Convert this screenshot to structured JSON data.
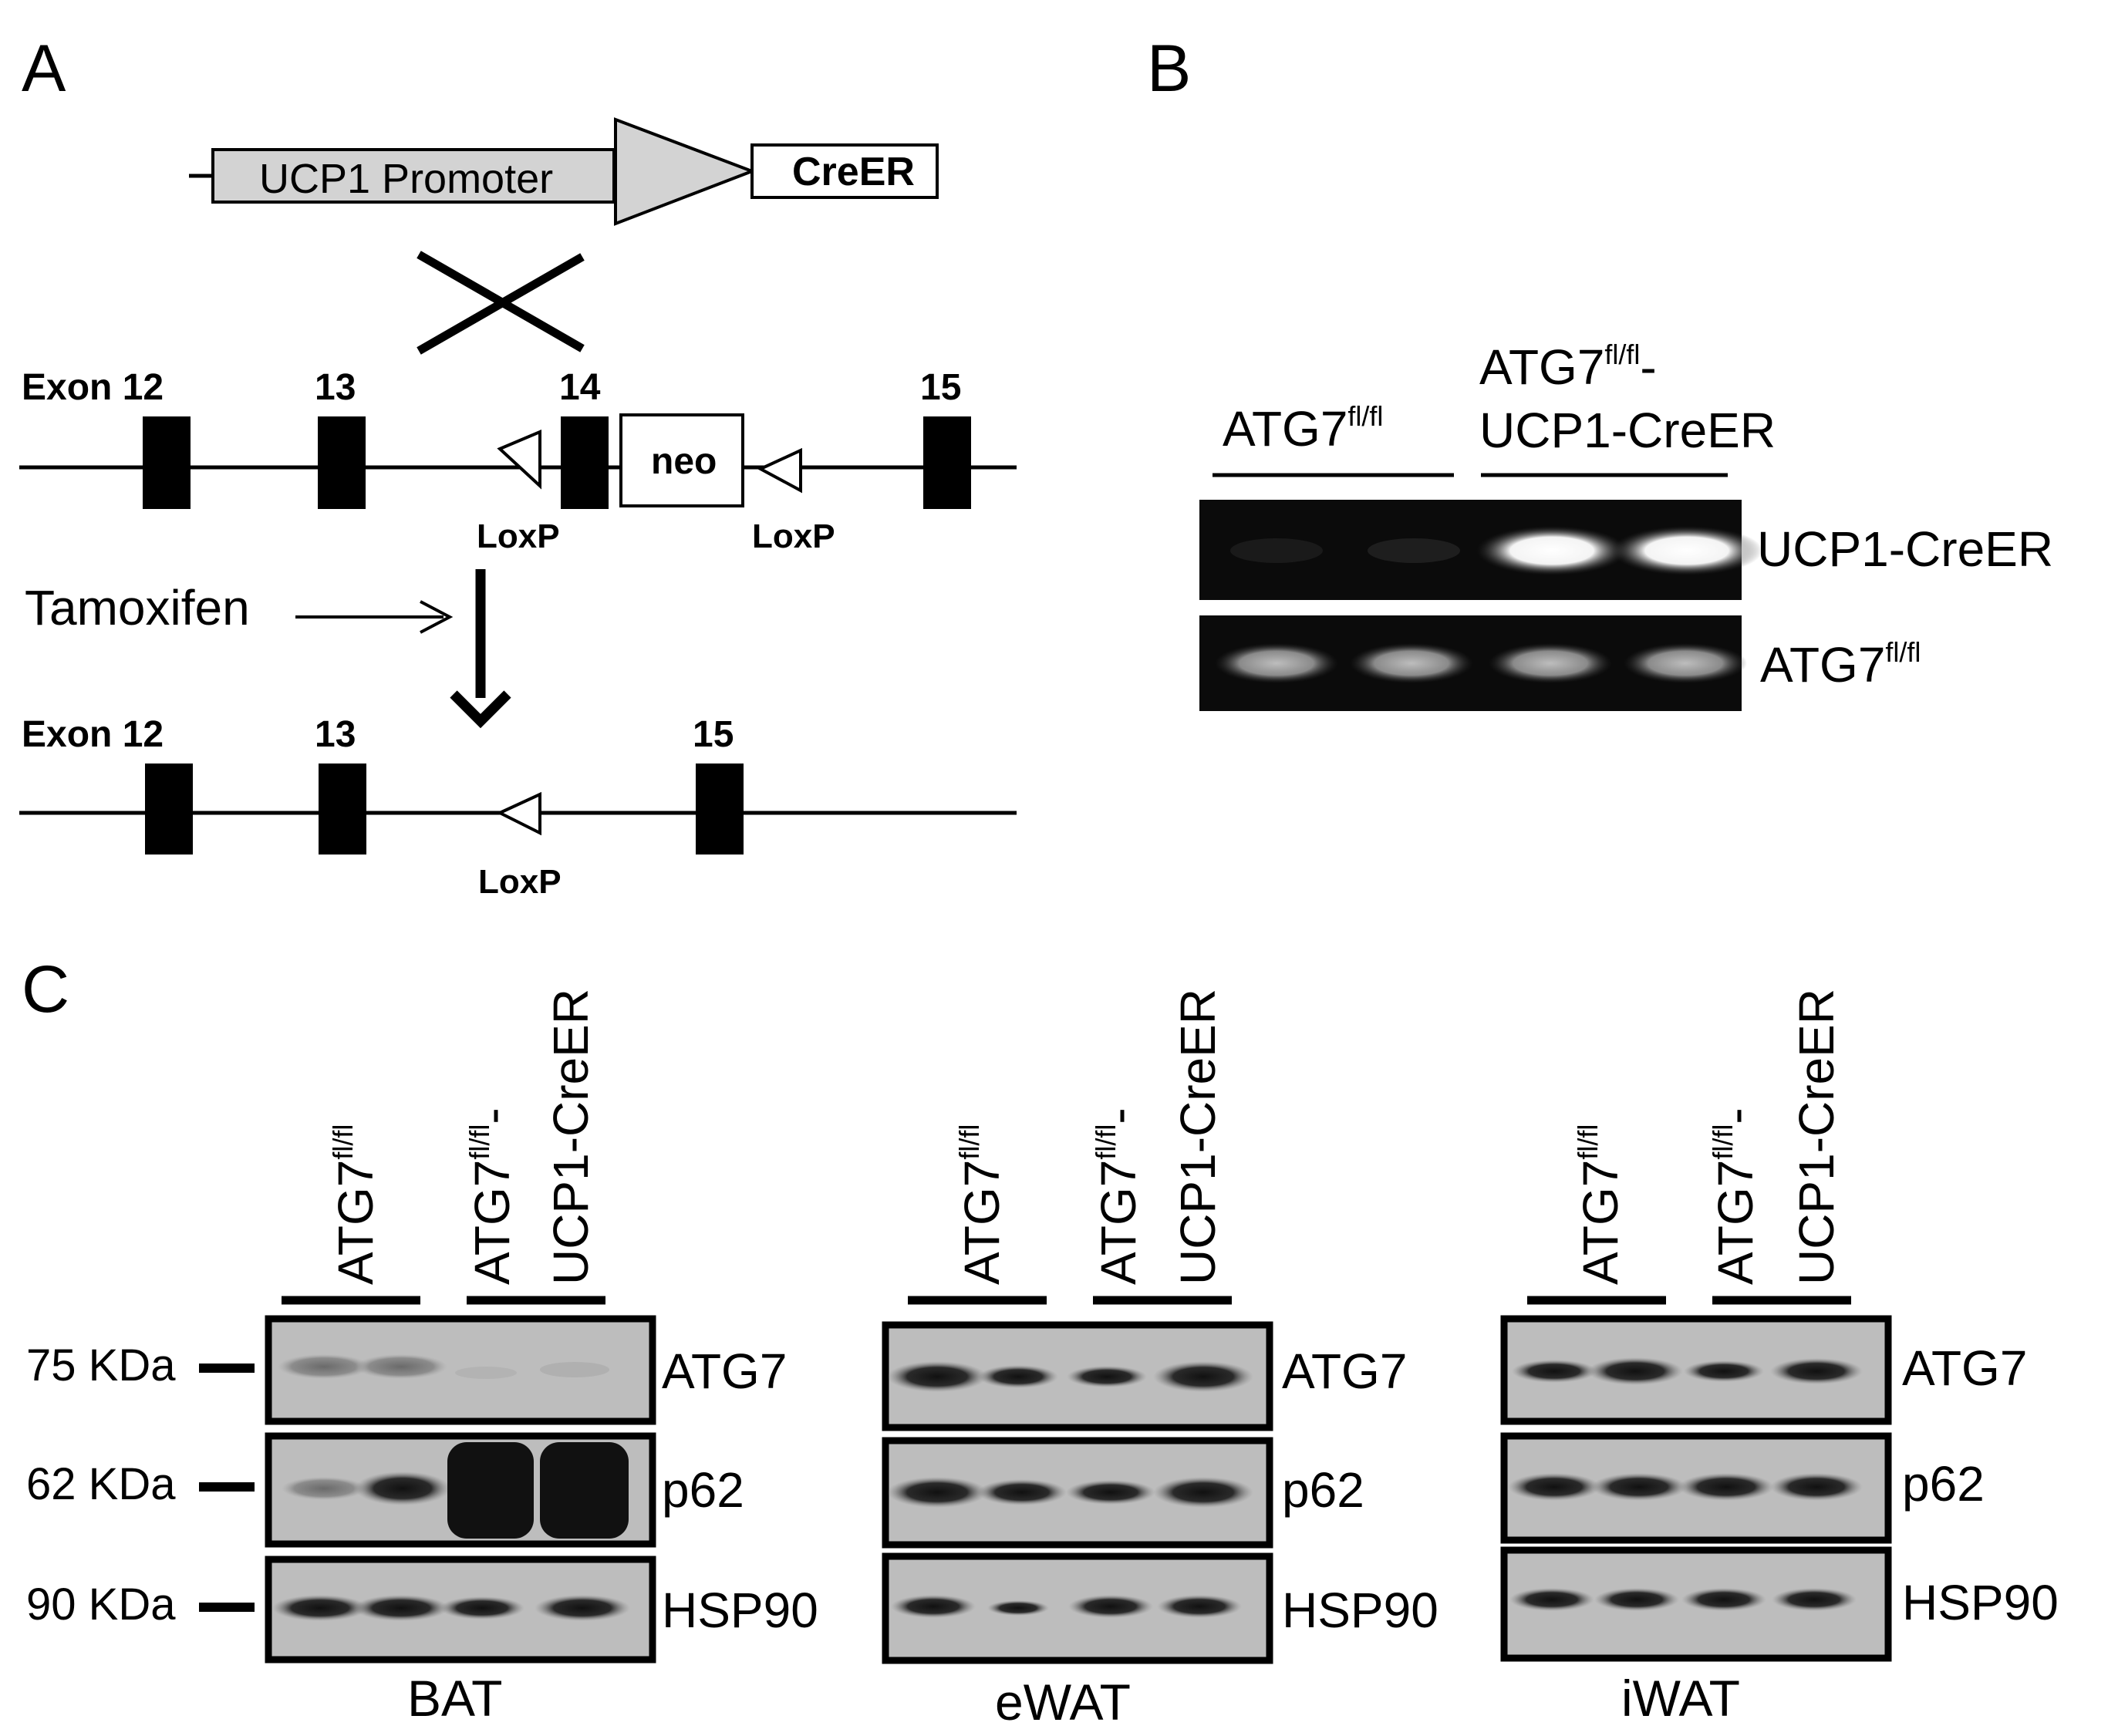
{
  "panel_labels": {
    "a": "A",
    "b": "B",
    "c": "C"
  },
  "panel_a": {
    "promoter_label": "UCP1 Promoter",
    "cre_label": "CreER",
    "exon_12": "Exon 12",
    "exon_13": "13",
    "exon_14": "14",
    "exon_15": "15",
    "neo_label": "neo",
    "loxp_label": "LoxP",
    "tamoxifen_label": "Tamoxifen"
  },
  "panel_b": {
    "group1_main": "ATG7",
    "group1_sup": "fl/fl",
    "group2_main": "ATG7",
    "group2_sup": "fl/fl",
    "group2_suffix": "-",
    "group2_line2": "UCP1-CreER",
    "row_label_1": "UCP1-CreER",
    "row_label_2_main": "ATG7",
    "row_label_2_sup": "fl/fl"
  },
  "panel_c": {
    "col1_main": "ATG7",
    "col1_sup": "fl/fl",
    "col2_main": "ATG7",
    "col2_sup": "fl/fl",
    "col2_suffix": "-",
    "col2_line2": "UCP1-CreER",
    "kda_75": "75 KDa",
    "kda_62": "62 KDa",
    "kda_90": "90 KDa",
    "protein_1": "ATG7",
    "protein_2": "p62",
    "protein_3": "HSP90",
    "tissues": [
      "BAT",
      "eWAT",
      "iWAT"
    ]
  }
}
